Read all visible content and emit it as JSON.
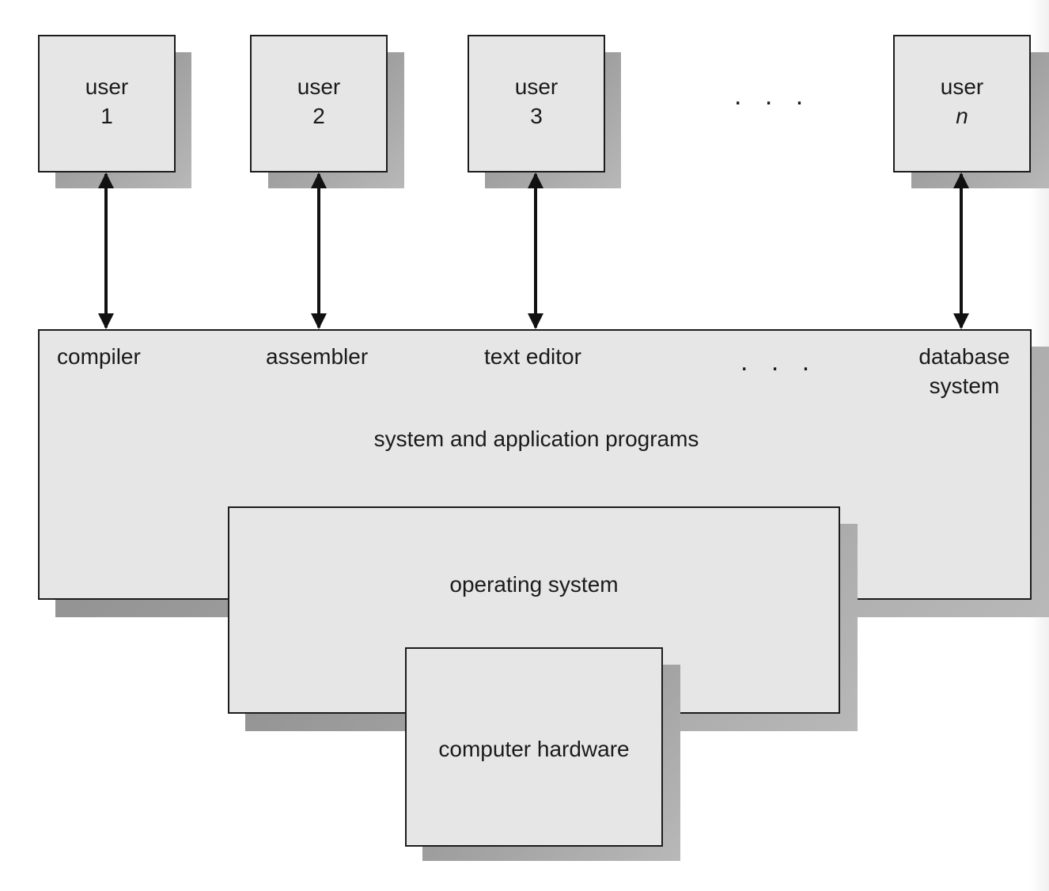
{
  "users": [
    {
      "label": "user",
      "id": "1",
      "italic": false
    },
    {
      "label": "user",
      "id": "2",
      "italic": false
    },
    {
      "label": "user",
      "id": "3",
      "italic": false
    },
    {
      "label": "user",
      "id": "n",
      "italic": true
    }
  ],
  "users_ellipsis": ". . .",
  "programs": {
    "items": [
      "compiler",
      "assembler",
      "text editor",
      "database\nsystem"
    ],
    "ellipsis": ". . .",
    "title": "system and application programs"
  },
  "operating_system": {
    "label": "operating system"
  },
  "hardware": {
    "label": "computer hardware"
  },
  "colors": {
    "box_fill": "#e6e6e6",
    "box_border": "#1c1c1c",
    "shadow": "#9a9a9a"
  }
}
